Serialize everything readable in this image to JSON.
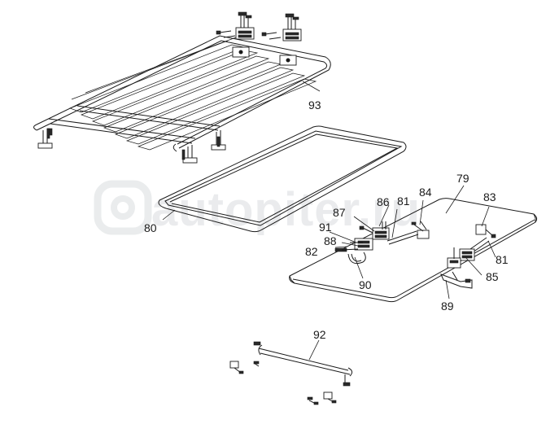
{
  "watermark": {
    "text": "autopiter.ru",
    "logo": "autopiter-logo"
  },
  "callouts": [
    {
      "id": "93",
      "label": "93"
    },
    {
      "id": "80",
      "label": "80"
    },
    {
      "id": "79",
      "label": "79"
    },
    {
      "id": "83",
      "label": "83"
    },
    {
      "id": "84",
      "label": "84"
    },
    {
      "id": "81a",
      "label": "81"
    },
    {
      "id": "81b",
      "label": "81"
    },
    {
      "id": "86",
      "label": "86"
    },
    {
      "id": "87",
      "label": "87"
    },
    {
      "id": "91",
      "label": "91"
    },
    {
      "id": "88",
      "label": "88"
    },
    {
      "id": "82",
      "label": "82"
    },
    {
      "id": "90",
      "label": "90"
    },
    {
      "id": "85",
      "label": "85"
    },
    {
      "id": "89",
      "label": "89"
    },
    {
      "id": "92",
      "label": "92"
    }
  ]
}
